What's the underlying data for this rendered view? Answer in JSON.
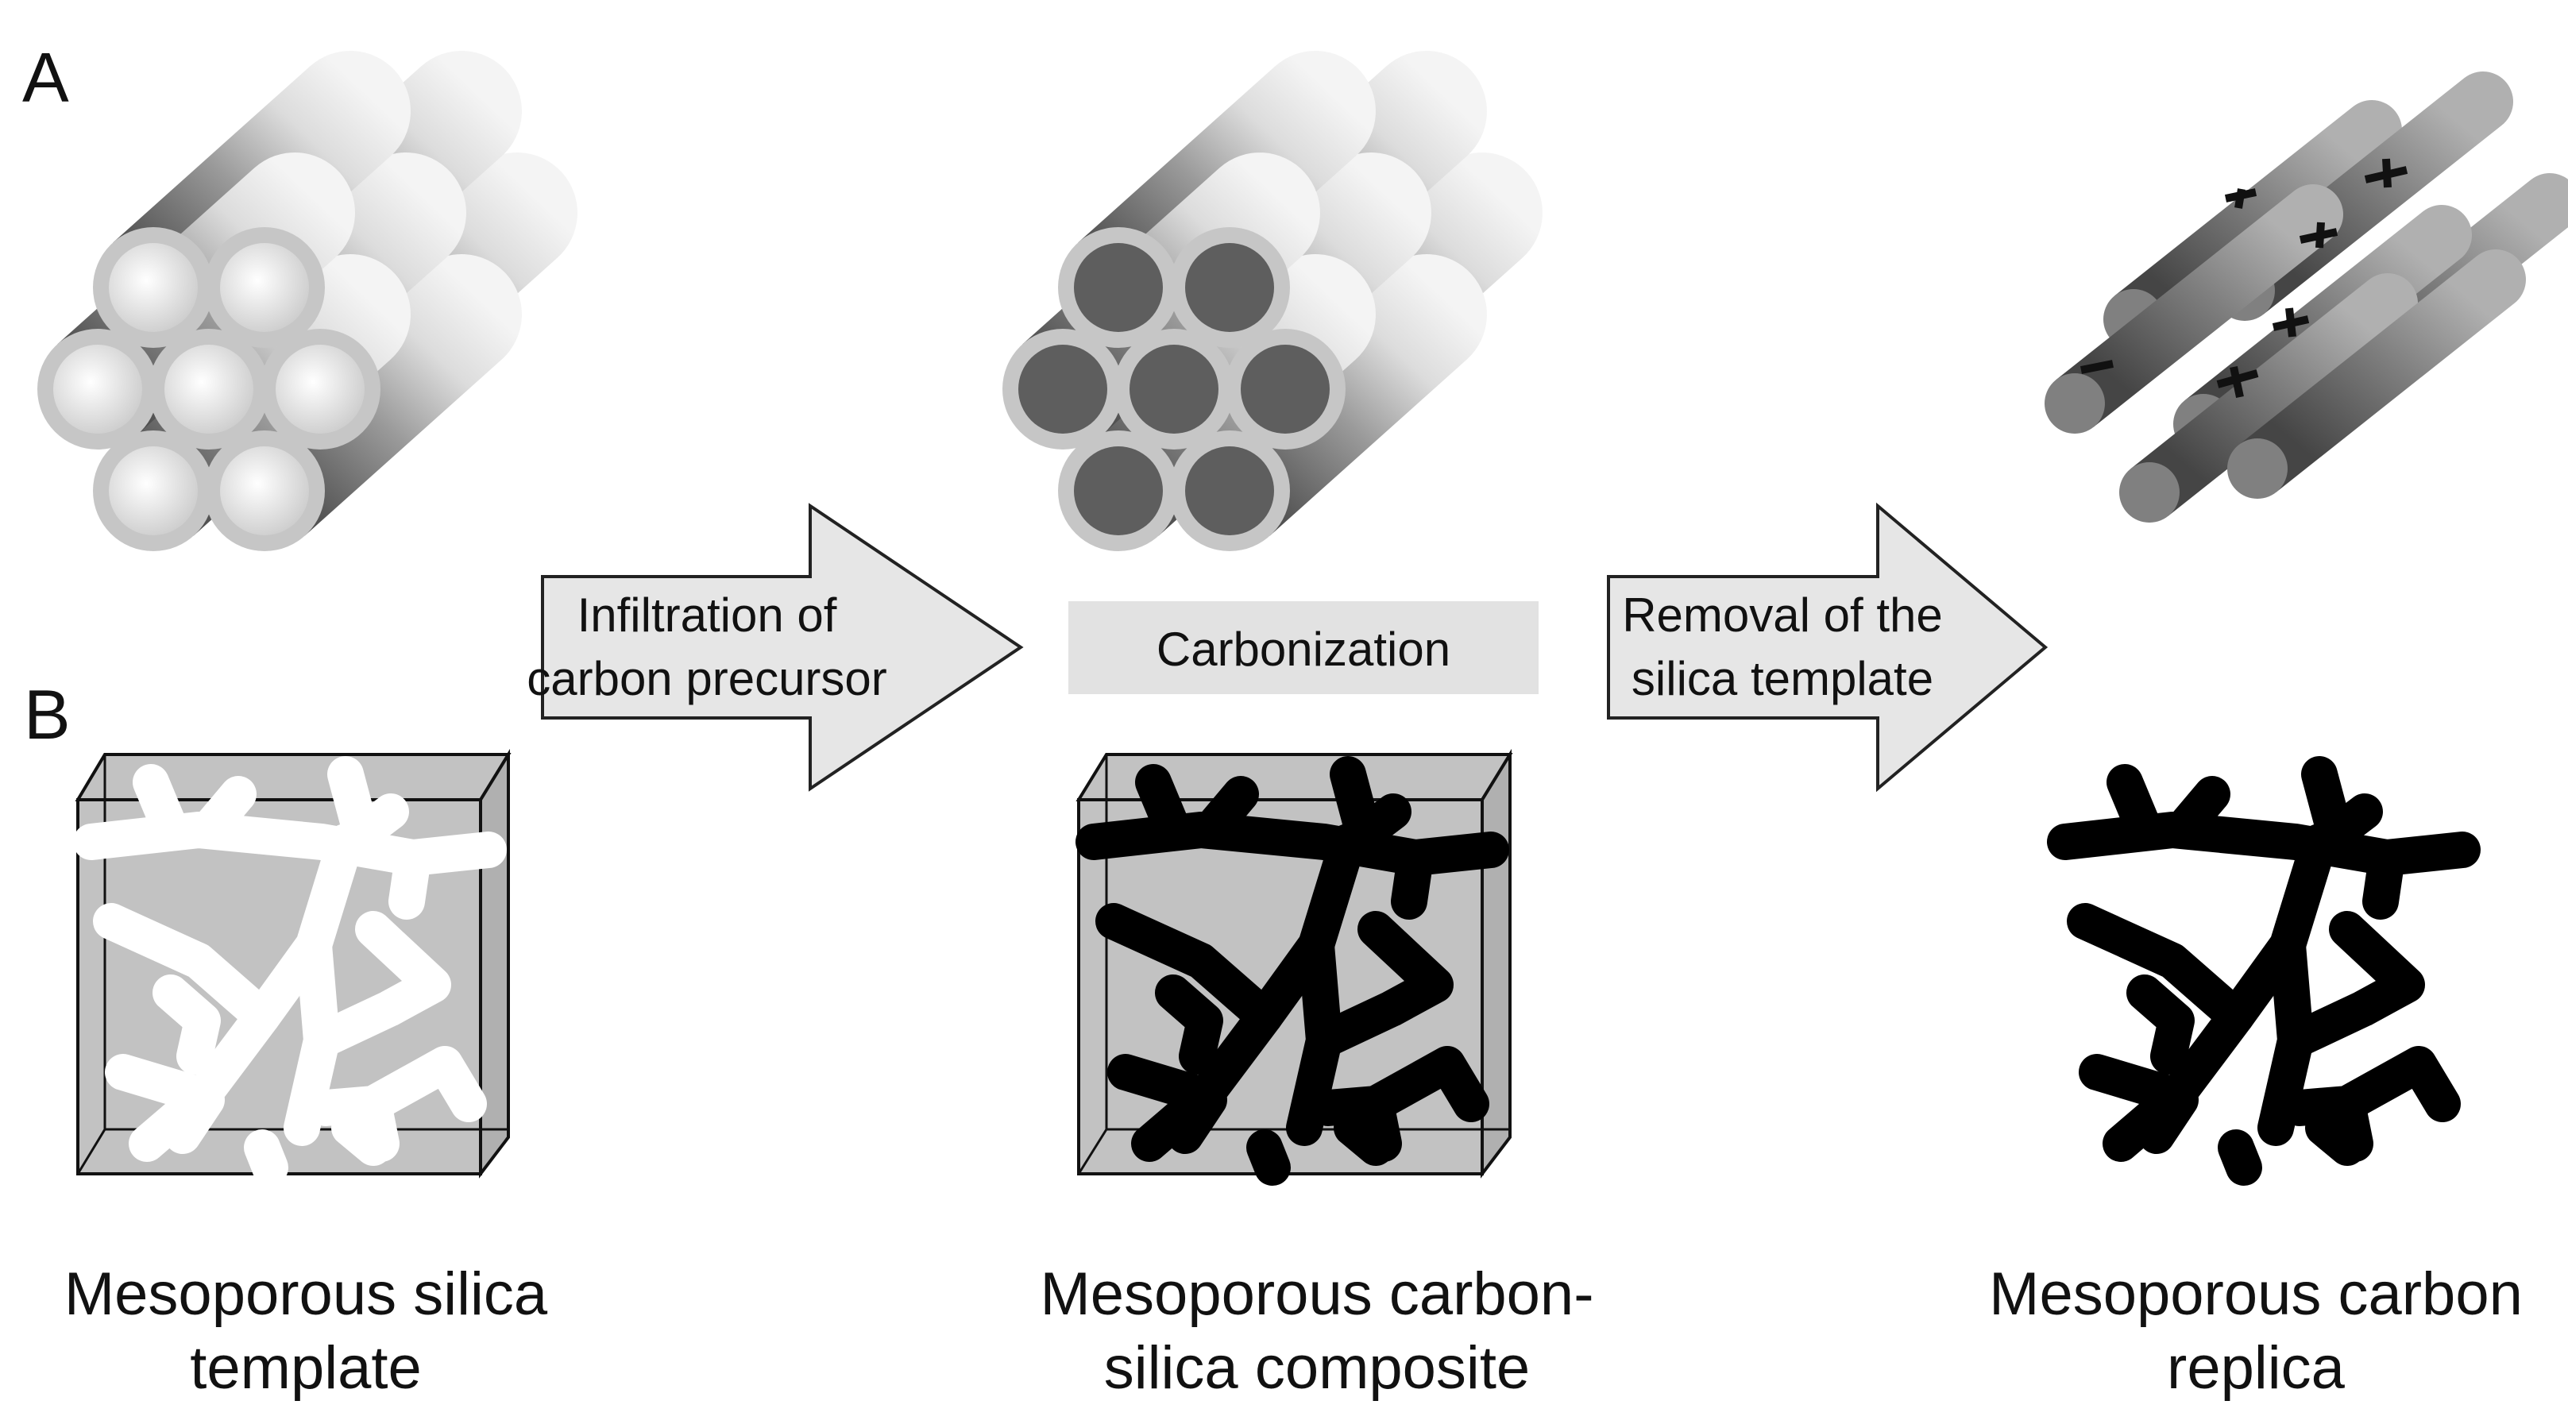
{
  "panels": {
    "a_label": "A",
    "b_label": "B"
  },
  "steps": {
    "step1": {
      "line1": "Infiltration of",
      "line2": "carbon precursor"
    },
    "step2": {
      "label": "Carbonization"
    },
    "step3": {
      "line1": "Removal of the",
      "line2": "silica template"
    }
  },
  "captions": {
    "silica": {
      "line1": "Mesoporous silica",
      "line2": "template"
    },
    "composite": {
      "line1": "Mesoporous carbon-",
      "line2": "silica composite"
    },
    "replica": {
      "line1": "Mesoporous carbon",
      "line2": "replica"
    }
  },
  "colors": {
    "silica_wall": "#c6c6c6",
    "pore_empty": "#e4e4e4",
    "carbon_fill": "#5e5e5e",
    "carbon_rod": "#808080",
    "carbon_network": "#000000",
    "silica_network": "#ffffff",
    "cube_fill": "#c2c2c2",
    "arrow_fill": "#e6e6e6",
    "label_box": "#e2e2e2"
  }
}
